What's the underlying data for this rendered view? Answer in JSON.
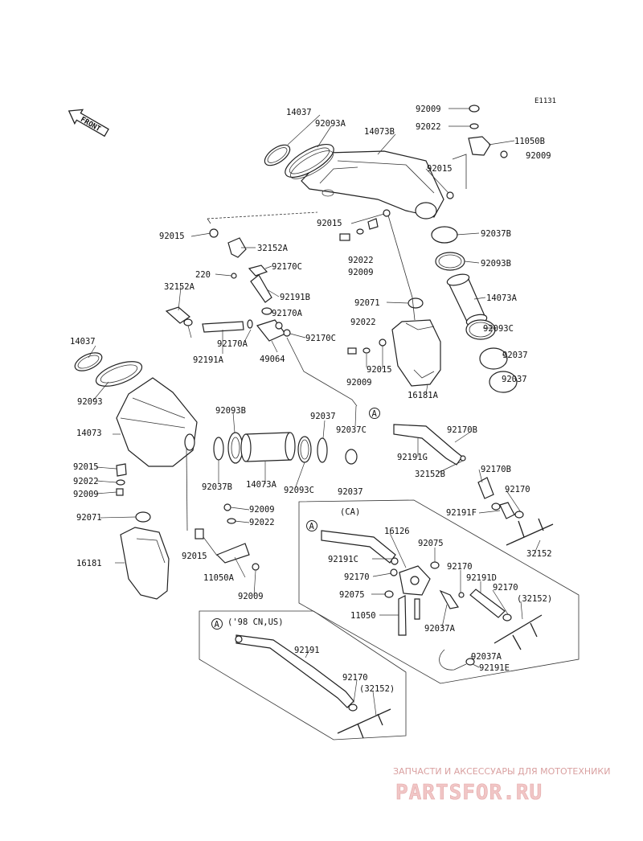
{
  "diagram_code": "E1131",
  "front_marker": "FRONT",
  "box_labels": {
    "ca": "(CA)",
    "cn_us": "('98 CN,US)"
  },
  "ref_marker": "A",
  "watermark": {
    "line1": "ЗАПЧАСТИ И АКСЕССУАРЫ ДЛЯ МОТОТЕХНИКИ",
    "line2": "PARTSFOR.RU"
  },
  "labels": [
    "14037",
    "92093A",
    "14073B",
    "92009",
    "92022",
    "11050B",
    "92009",
    "92015",
    "92015",
    "92015",
    "32152A",
    "92037B",
    "92022",
    "92009",
    "220",
    "92170C",
    "92093B",
    "32152A",
    "92191B",
    "92170A",
    "92071",
    "14073A",
    "92022",
    "92170C",
    "92170A",
    "92093C",
    "92191A",
    "49064",
    "92015",
    "92037",
    "14037",
    "92009",
    "92037",
    "16181A",
    "92093",
    "92093B",
    "92037",
    "14073",
    "92037C",
    "92170B",
    "92191G",
    "92015",
    "92037B",
    "14073A",
    "92093C",
    "32152B",
    "92170B",
    "92022",
    "92009",
    "92037",
    "92170",
    "92071",
    "92191F",
    "92009",
    "92022",
    "16126",
    "92191C",
    "92075",
    "32152",
    "16181",
    "92015",
    "92170",
    "92170",
    "11050A",
    "92191D",
    "92075",
    "92170",
    "92009",
    "11050",
    "(32152)",
    "92037A",
    "92191",
    "92037A",
    "92170",
    "92191E",
    "(32152)"
  ]
}
